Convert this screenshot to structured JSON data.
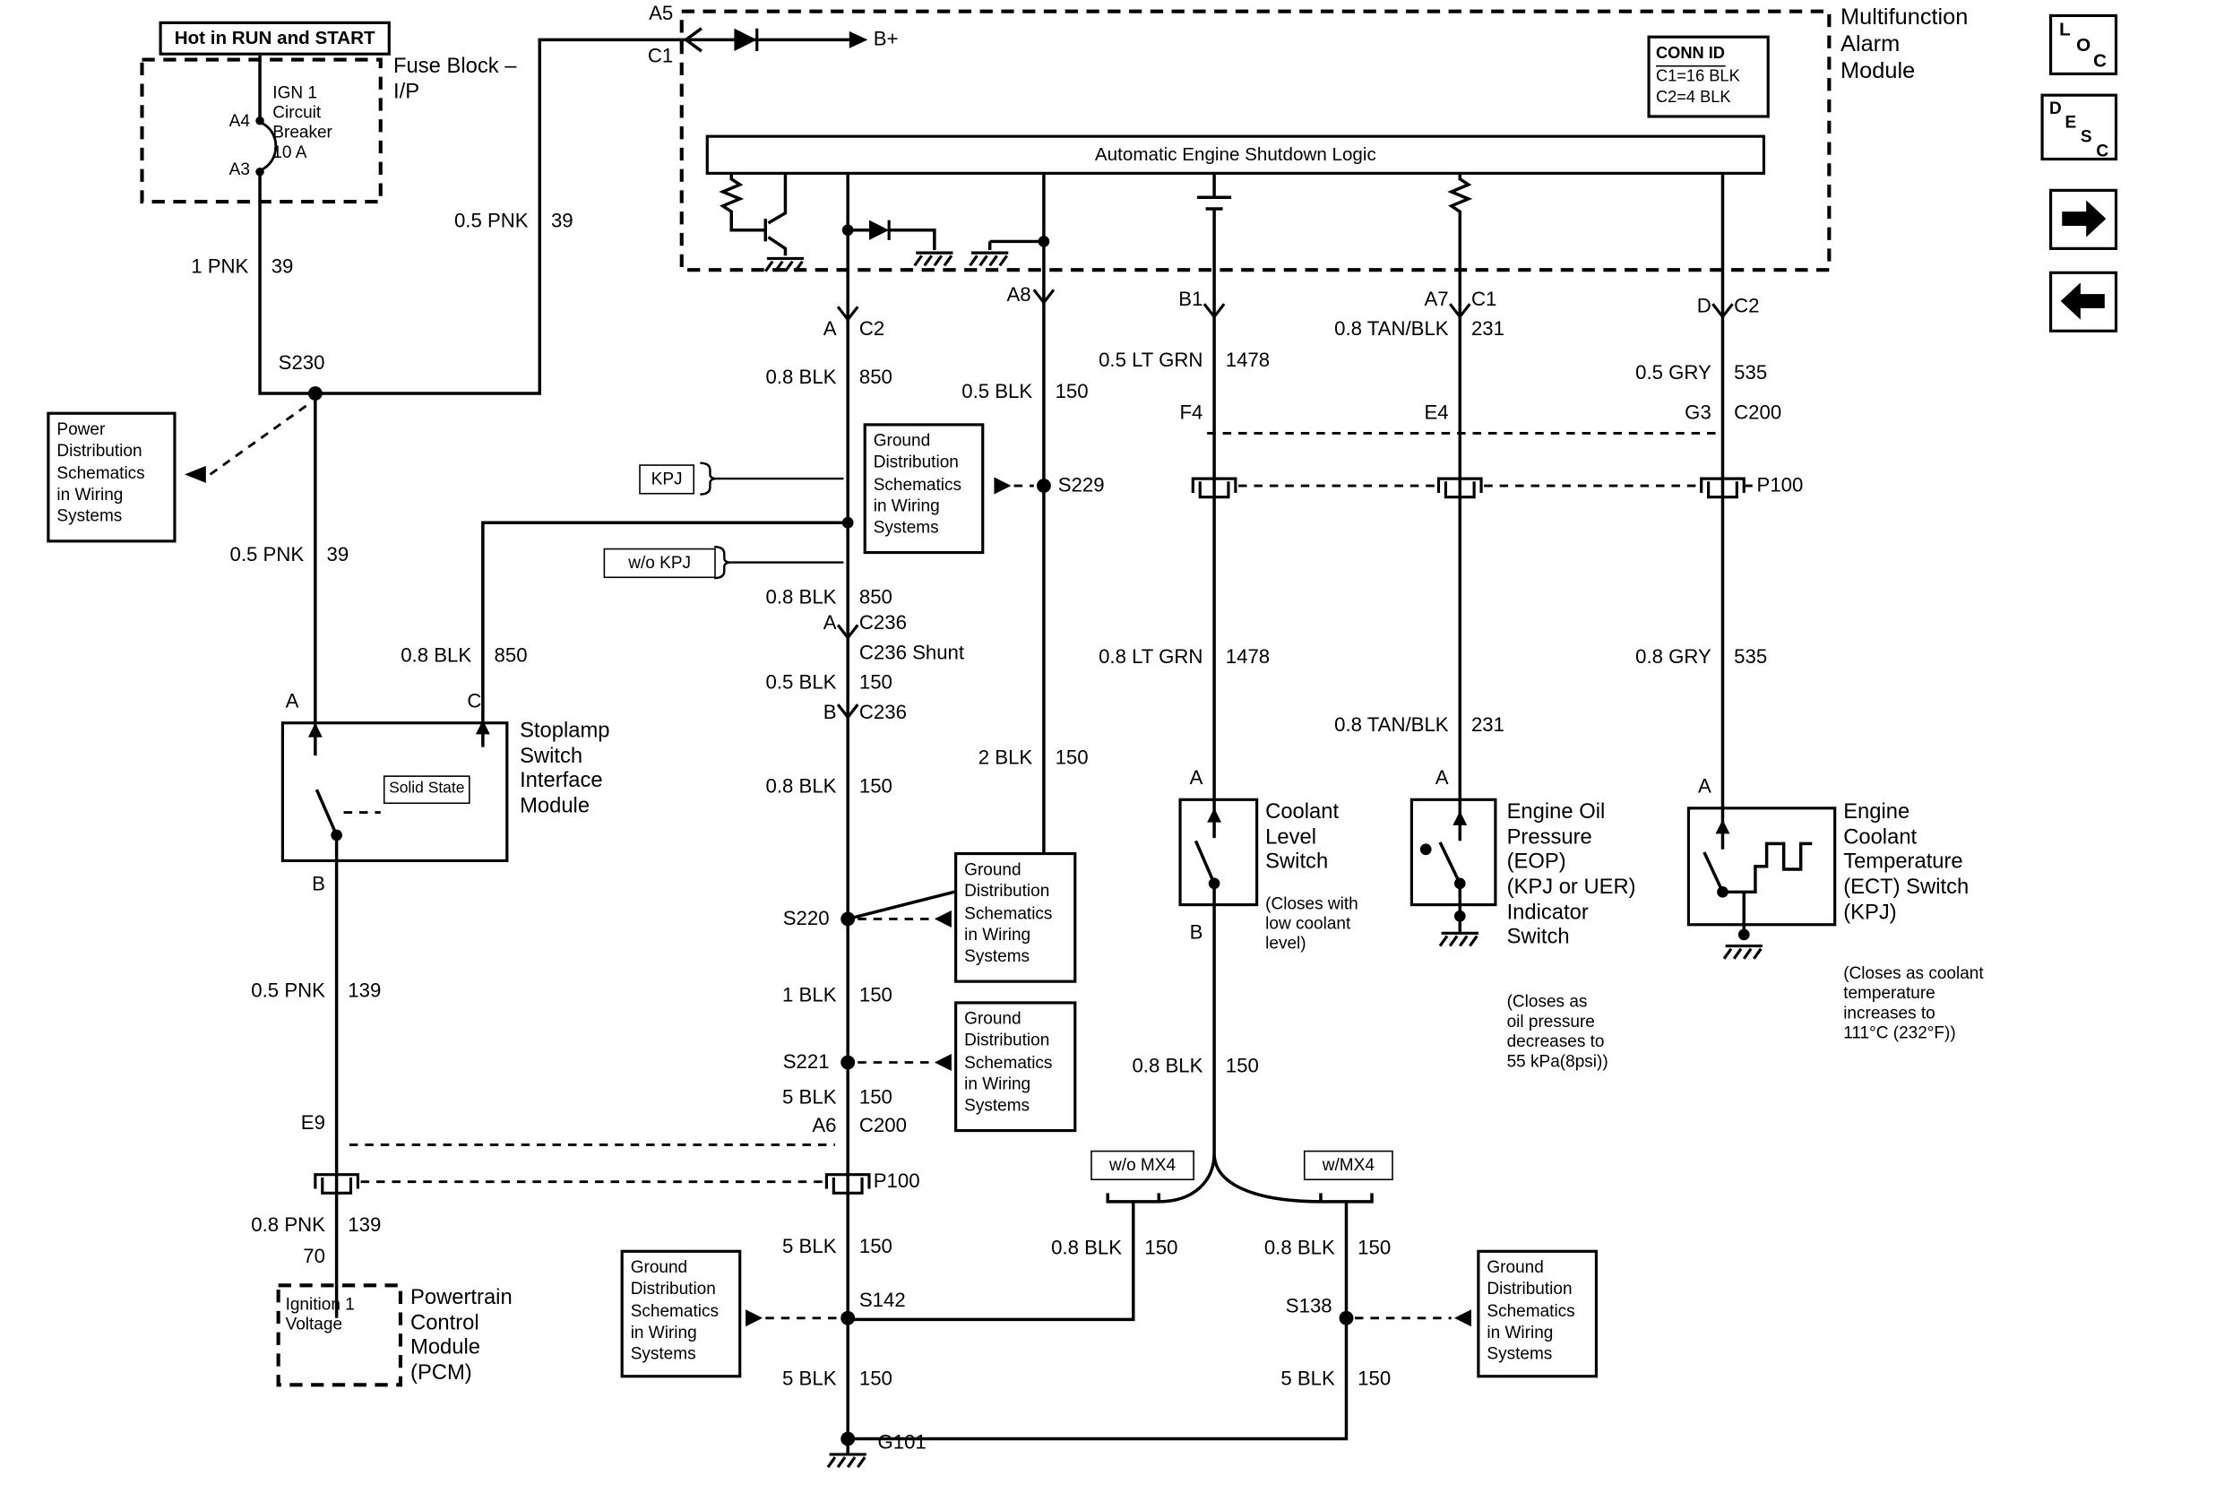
{
  "n1av": "diagram",
  "nav": {
    "loc": [
      "L",
      "O",
      "C"
    ],
    "desc": [
      "D",
      "E",
      "S",
      "C"
    ]
  },
  "power_feed": {
    "hot_label": "Hot in RUN and START",
    "fuse_block_title": "Fuse Block –\nI/P",
    "breaker_name": "IGN 1\nCircuit\nBreaker\n10 A",
    "term_a4": "A4",
    "term_a3": "A3"
  },
  "module": {
    "title": "Multifunction\nAlarm\nModule",
    "conn_id_title": "CONN ID",
    "conn_c1": "C1=16 BLK",
    "conn_c2": "C2=4 BLK",
    "logic_bar": "Automatic Engine Shutdown Logic",
    "bplus": "B+",
    "pin_a5": "A5",
    "pin_c1": "C1",
    "pin_col1_l": "A",
    "pin_col1_r": "C2",
    "pin_a8": "A8",
    "pin_b1": "B1",
    "pin_a7_l": "A7",
    "pin_a7_r": "C1",
    "pin_d_l": "D",
    "pin_d_r": "C2"
  },
  "refs": {
    "power": "Power\nDistribution\nSchematics\nin Wiring\nSystems",
    "ground": "Ground\nDistribution\nSchematics\nin Wiring\nSystems"
  },
  "options": {
    "kpj": "KPJ",
    "wo_kpj": "w/o KPJ",
    "wo_mx4": "w/o MX4",
    "w_mx4": "w/MX4"
  },
  "connectors": {
    "s230": "S230",
    "s229": "S229",
    "s220": "S220",
    "s221": "S221",
    "s142": "S142",
    "s138": "S138",
    "g101": "G101",
    "p100_left": "P100",
    "p100_right": "P100",
    "e9": "E9",
    "a6": "A6",
    "a6_conn": "C200",
    "f4": "F4",
    "e4": "E4",
    "g3": "G3",
    "c200": "C200"
  },
  "wires": {
    "pnk_top": {
      "g": "0.5 PNK",
      "c": "39"
    },
    "pnk_feed": {
      "g": "1 PNK",
      "c": "39"
    },
    "pnk_mid": {
      "g": "0.5 PNK",
      "c": "39"
    },
    "blk_c": {
      "g": "0.8 BLK",
      "c": "850"
    },
    "pnk_b": {
      "g": "0.5 PNK",
      "c": "139"
    },
    "pnk_pcm": {
      "g": "0.8 PNK",
      "c": "139"
    },
    "pcm_pin": "70",
    "blk850_top": {
      "g": "0.8 BLK",
      "c": "850"
    },
    "blk150_a8": {
      "g": "0.5 BLK",
      "c": "150"
    },
    "blk850_shunt": {
      "g": "0.8 BLK",
      "c": "850"
    },
    "shunt_a_l": "A",
    "shunt_a_r": "C236",
    "shunt_title": "C236 Shunt",
    "blk150_shunt": {
      "g": "0.5 BLK",
      "c": "150"
    },
    "shunt_b_l": "B",
    "shunt_b_r": "C236",
    "blk150_mid": {
      "g": "0.8 BLK",
      "c": "150"
    },
    "blk2": {
      "g": "2 BLK",
      "c": "150"
    },
    "blk1": {
      "g": "1 BLK",
      "c": "150"
    },
    "blk5_a6": {
      "g": "5 BLK",
      "c": "150"
    },
    "blk5_p100": {
      "g": "5 BLK",
      "c": "150"
    },
    "blk5_s142": {
      "g": "5 BLK",
      "c": "150"
    },
    "ltgrn_top": {
      "g": "0.5 LT GRN",
      "c": "1478"
    },
    "ltgrn_mid": {
      "g": "0.8 LT GRN",
      "c": "1478"
    },
    "tan_top": {
      "g": "0.8 TAN/BLK",
      "c": "231"
    },
    "tan_mid": {
      "g": "0.8 TAN/BLK",
      "c": "231"
    },
    "gry_top": {
      "g": "0.5 GRY",
      "c": "535"
    },
    "gry_mid": {
      "g": "0.8 GRY",
      "c": "535"
    },
    "blk_cool": {
      "g": "0.8 BLK",
      "c": "150"
    },
    "blk_mx4_l": {
      "g": "0.8 BLK",
      "c": "150"
    },
    "blk_mx4_r": {
      "g": "0.8 BLK",
      "c": "150"
    },
    "blk5_s138": {
      "g": "5 BLK",
      "c": "150"
    }
  },
  "components": {
    "stoplamp": {
      "title": "Stoplamp\nSwitch\nInterface\nModule",
      "solid_state": "Solid State",
      "term_a": "A",
      "term_c": "C",
      "term_b": "B"
    },
    "coolant": {
      "title": "Coolant\nLevel\nSwitch",
      "note": "(Closes with\nlow coolant\nlevel)",
      "term_a": "A",
      "term_b": "B"
    },
    "eop": {
      "title": "Engine Oil\nPressure\n(EOP)\n(KPJ or UER)\nIndicator\nSwitch",
      "note": "(Closes as\noil pressure\ndecreases to\n55 kPa(8psi))",
      "term_a": "A"
    },
    "ect": {
      "title": "Engine\nCoolant\nTemperature\n(ECT) Switch\n(KPJ)",
      "note": "(Closes as coolant\ntemperature\nincreases to\n111°C (232°F))",
      "term_a": "A"
    },
    "pcm": {
      "title": "Powertrain\nControl\nModule\n(PCM)",
      "inner": "Ignition 1\nVoltage"
    }
  }
}
